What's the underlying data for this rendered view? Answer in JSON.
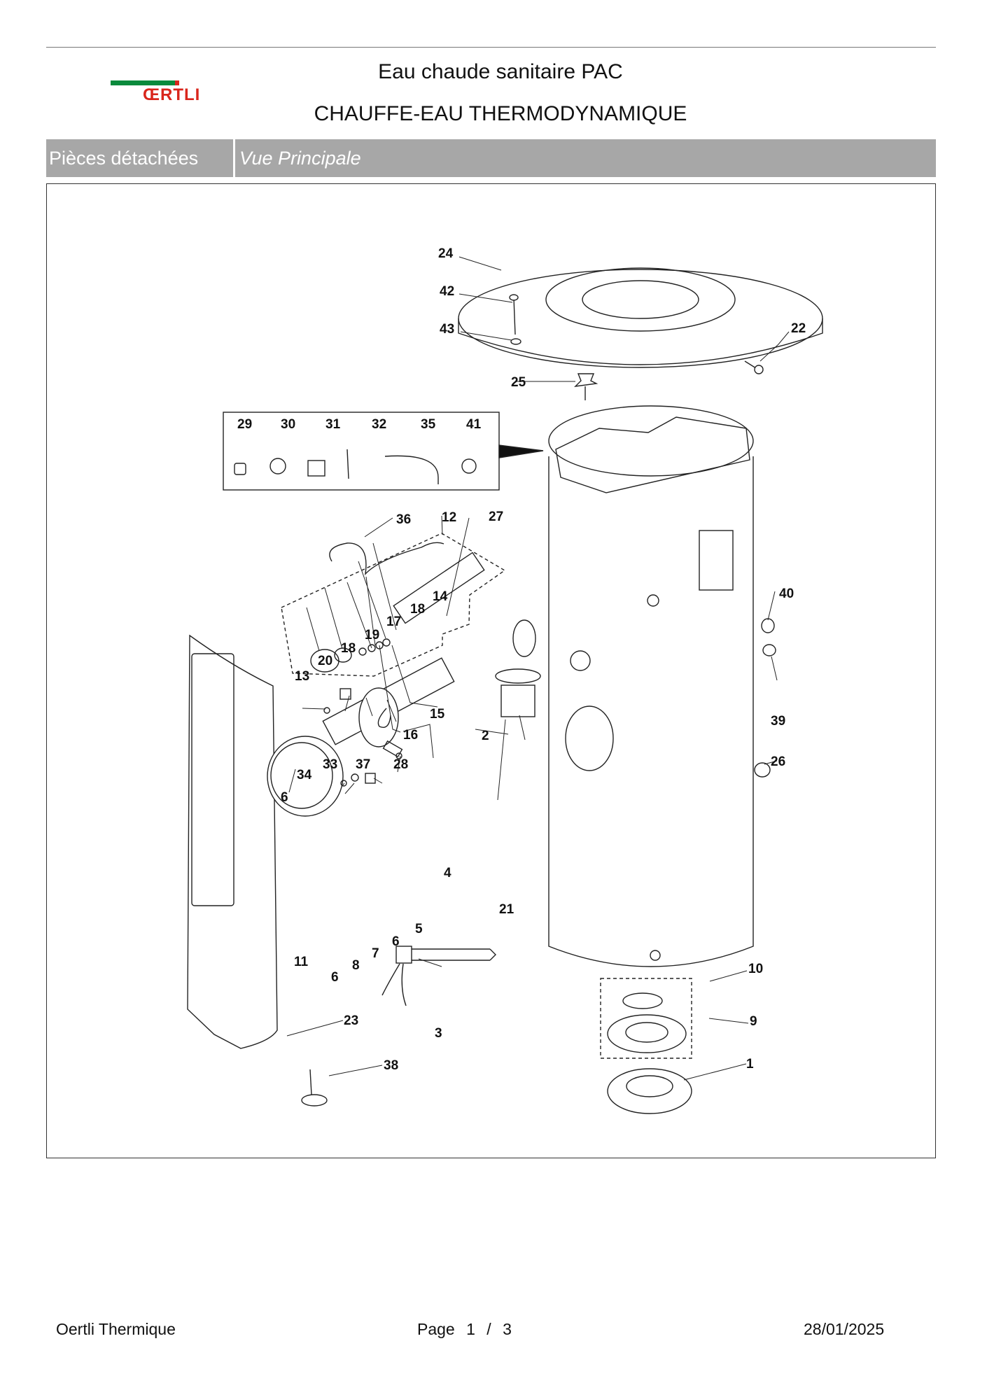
{
  "header": {
    "logo_text": "ŒRTLI",
    "title": "Eau chaude sanitaire PAC",
    "subtitle": "CHAUFFE-EAU THERMODYNAMIQUE"
  },
  "band": {
    "left": "Pièces détachées",
    "right": "Vue Principale"
  },
  "diagram": {
    "labels": [
      "24",
      "42",
      "43",
      "22",
      "25",
      "29",
      "30",
      "31",
      "32",
      "35",
      "41",
      "36",
      "12",
      "27",
      "14",
      "18",
      "17",
      "19",
      "18",
      "20",
      "13",
      "15",
      "16",
      "40",
      "39",
      "2",
      "26",
      "34",
      "33",
      "37",
      "28",
      "6",
      "4",
      "21",
      "5",
      "6",
      "7",
      "8",
      "6",
      "11",
      "3",
      "10",
      "9",
      "23",
      "38",
      "1"
    ]
  },
  "footer": {
    "company": "Oertli Thermique",
    "page_label": "Page",
    "page_current": "1",
    "page_sep": "/",
    "page_total": "3",
    "date": "28/01/2025"
  }
}
